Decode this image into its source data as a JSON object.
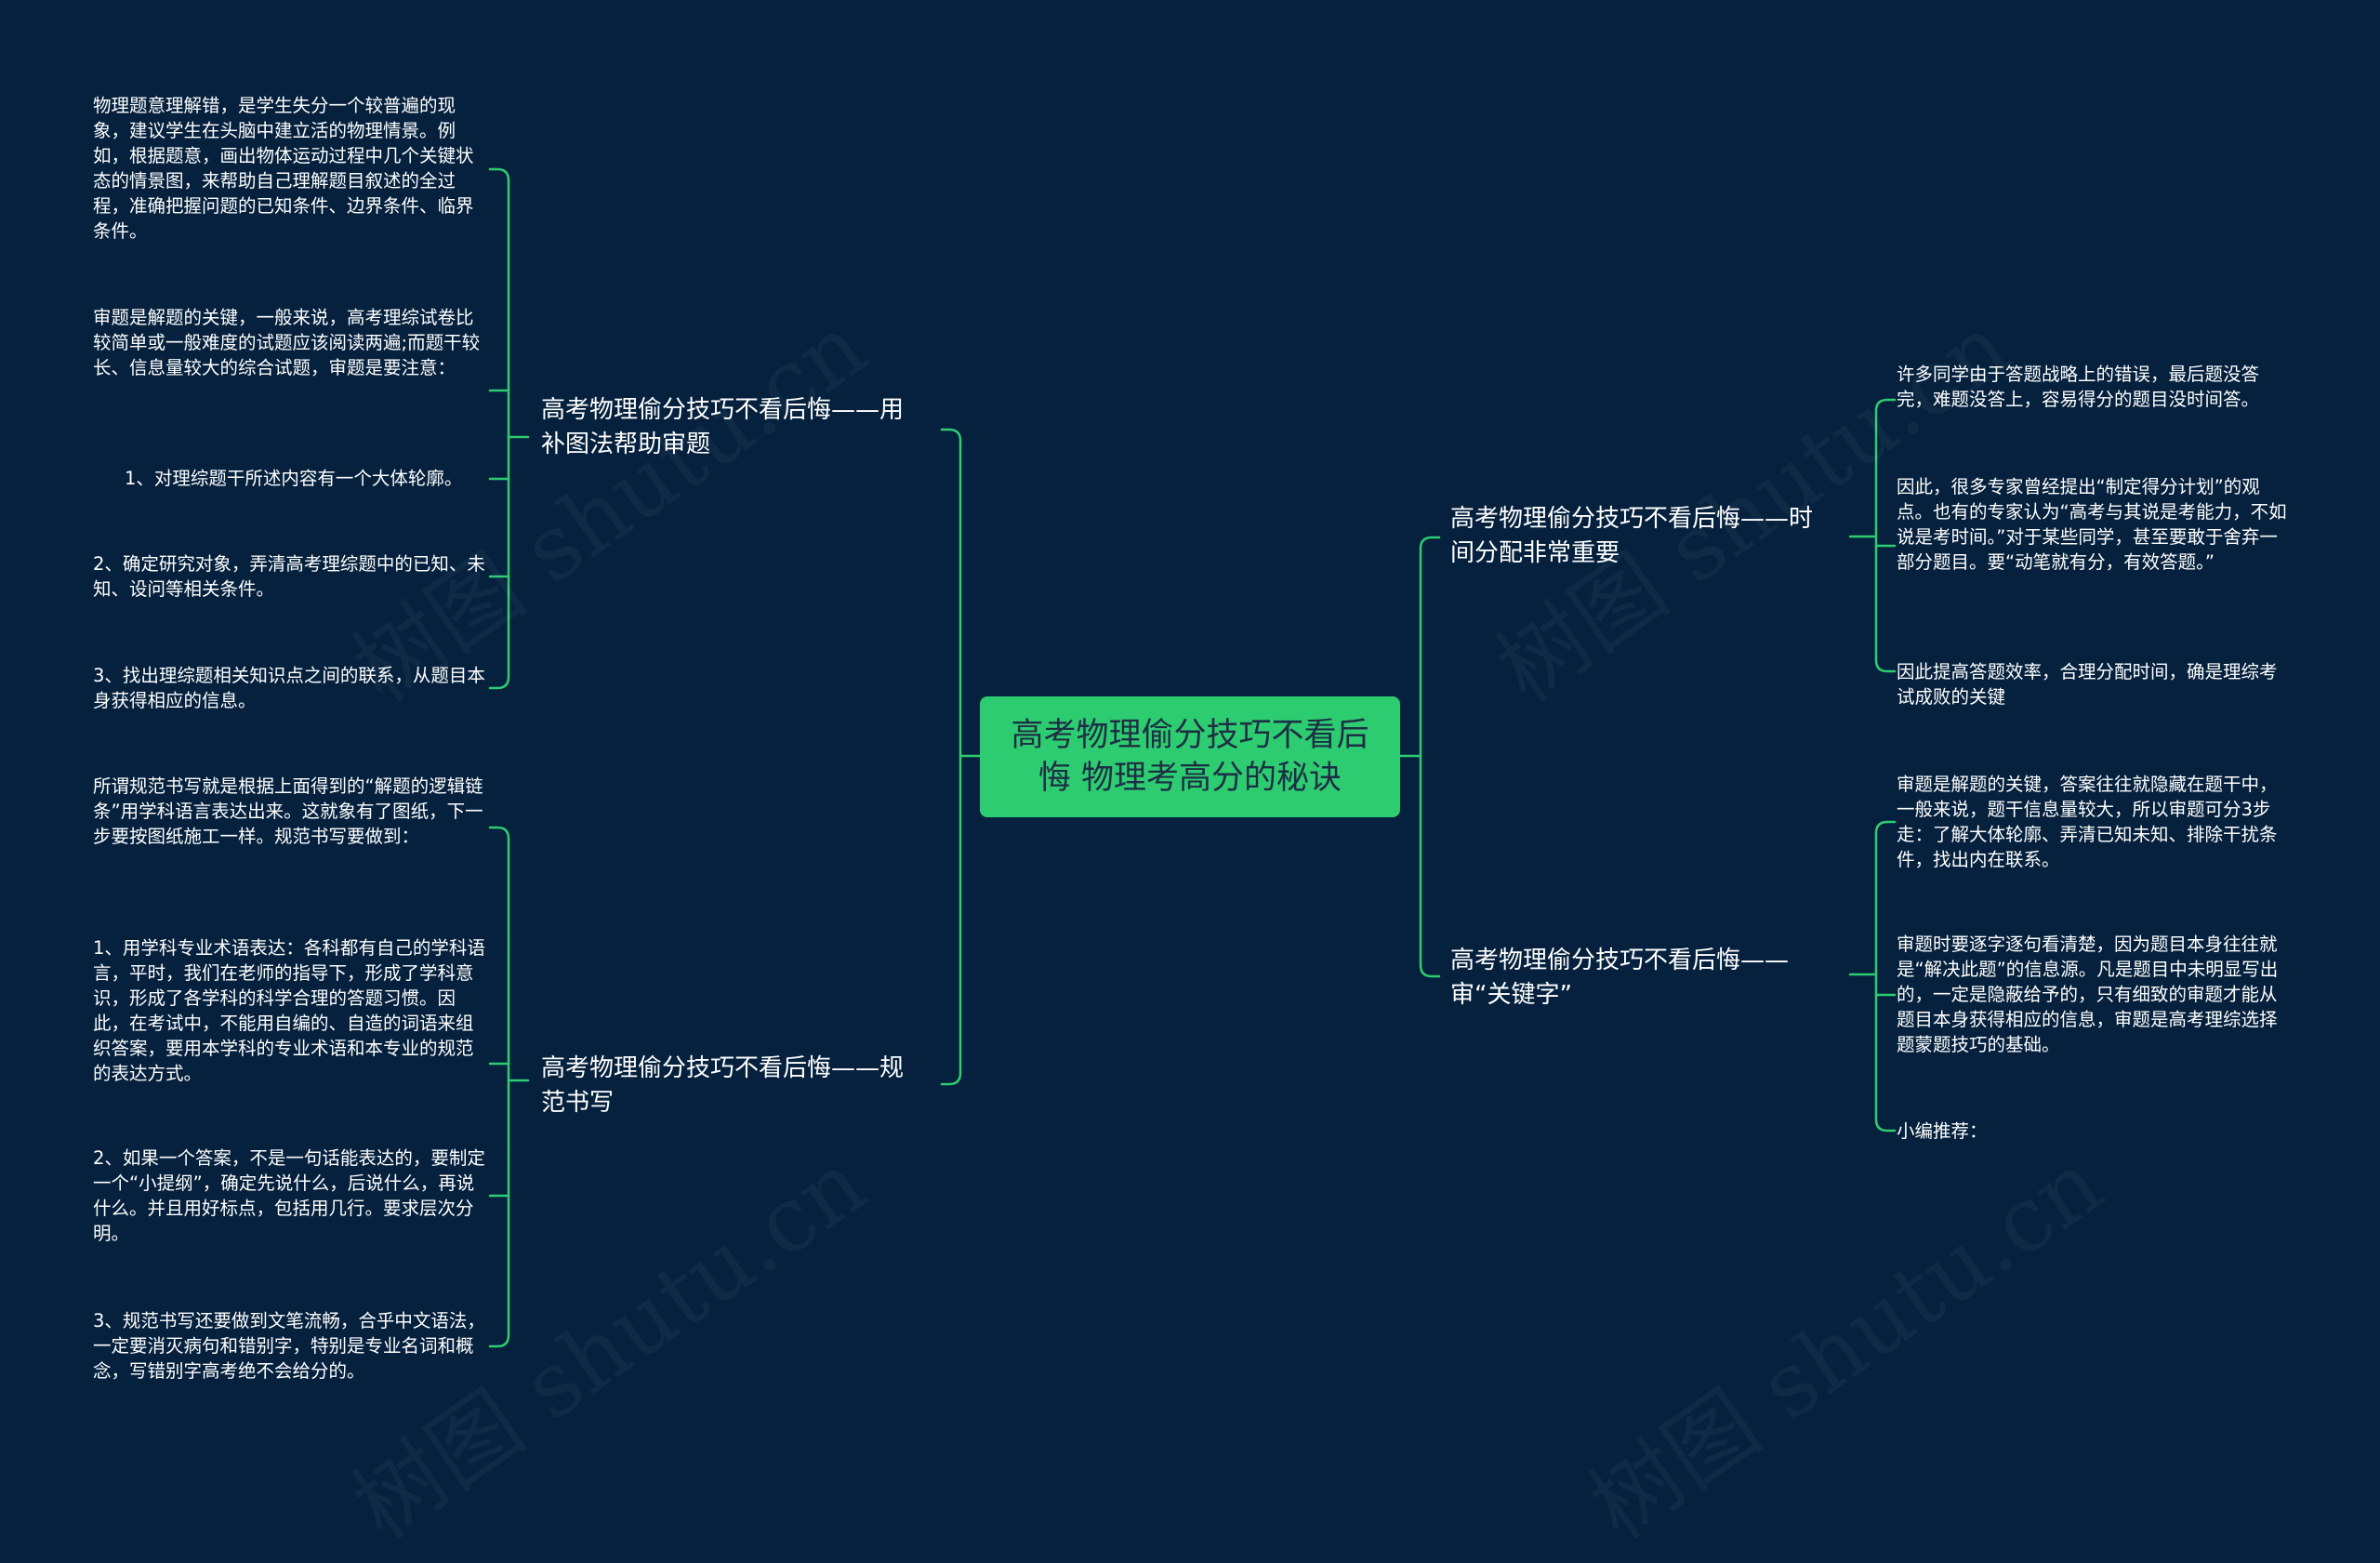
{
  "watermark": "树图 shutu.cn",
  "colors": {
    "background": "#05213d",
    "line": "#2ecc71",
    "root_fill": "#2ecc71",
    "root_text": "#1d2f45"
  },
  "root": {
    "label": "高考物理偷分技巧不看后悔 物理考高分的秘诀"
  },
  "branches": [
    {
      "label": "高考物理偷分技巧不看后悔——用补图法帮助审题",
      "leaves": [
        "物理题意理解错，是学生失分一个较普遍的现象，建议学生在头脑中建立活的物理情景。例如，根据题意，画出物体运动过程中几个关键状态的情景图，来帮助自己理解题目叙述的全过程，准确把握问题的已知条件、边界条件、临界条件。",
        "审题是解题的关键，一般来说，高考理综试卷比较简单或一般难度的试题应该阅读两遍;而题干较长、信息量较大的综合试题，审题是要注意：",
        "1、对理综题干所述内容有一个大体轮廓。",
        "2、确定研究对象，弄清高考理综题中的已知、未知、设问等相关条件。",
        "3、找出理综题相关知识点之间的联系，从题目本身获得相应的信息。"
      ]
    },
    {
      "label": "高考物理偷分技巧不看后悔——规范书写",
      "leaves": [
        "所谓规范书写就是根据上面得到的“解题的逻辑链条”用学科语言表达出来。这就象有了图纸，下一步要按图纸施工一样。规范书写要做到：",
        "1、用学科专业术语表达：各科都有自己的学科语言，平时，我们在老师的指导下，形成了学科意识，形成了各学科的科学合理的答题习惯。因此，在考试中，不能用自编的、自造的词语来组织答案，要用本学科的专业术语和本专业的规范的表达方式。",
        "2、如果一个答案，不是一句话能表达的，要制定一个“小提纲”，确定先说什么，后说什么，再说什么。并且用好标点，包括用几行。要求层次分明。",
        "3、规范书写还要做到文笔流畅，合乎中文语法，一定要消灭病句和错别字，特别是专业名词和概念，写错别字高考绝不会给分的。"
      ]
    },
    {
      "label": "高考物理偷分技巧不看后悔——时间分配非常重要",
      "leaves": [
        "许多同学由于答题战略上的错误，最后题没答完，难题没答上，容易得分的题目没时间答。",
        "因此，很多专家曾经提出“制定得分计划”的观点。也有的专家认为“高考与其说是考能力，不如说是考时间。”对于某些同学，甚至要敢于舍弃一部分题目。要“动笔就有分，有效答题。”",
        "因此提高答题效率，合理分配时间，确是理综考试成败的关键"
      ]
    },
    {
      "label": "高考物理偷分技巧不看后悔——审“关键字”",
      "leaves": [
        "审题是解题的关键，答案往往就隐藏在题干中，一般来说，题干信息量较大，所以审题可分3步走：了解大体轮廓、弄清已知未知、排除干扰条件，找出内在联系。",
        "审题时要逐字逐句看清楚，因为题目本身往往就是“解决此题”的信息源。凡是题目中未明显写出的，一定是隐蔽给予的，只有细致的审题才能从题目本身获得相应的信息，审题是高考理综选择题蒙题技巧的基础。",
        "小编推荐："
      ]
    }
  ]
}
